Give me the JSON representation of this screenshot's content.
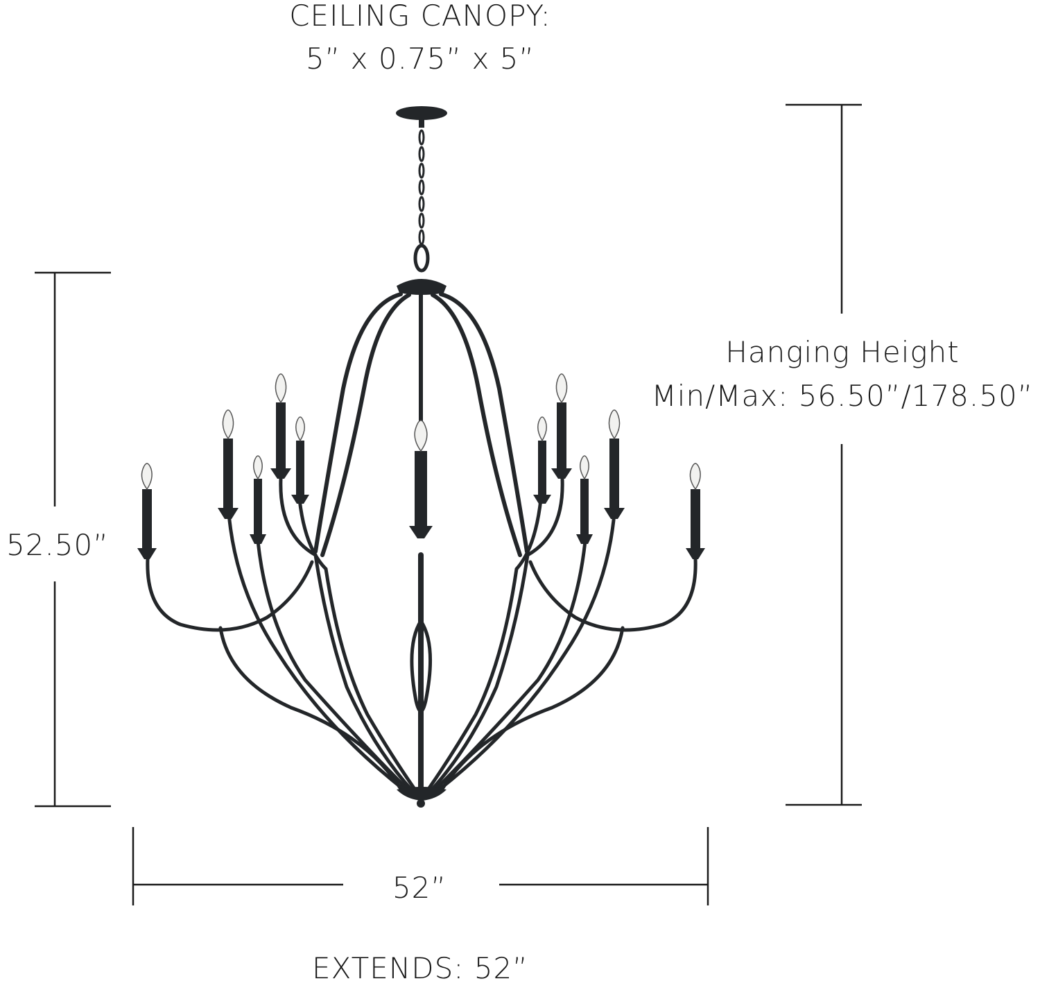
{
  "diagram": {
    "canopy": {
      "title": "CEILING CANOPY:",
      "dimensions": "5” x 0.75” x 5”"
    },
    "hanging_height": {
      "title": "Hanging Height",
      "value": "Min/Max: 56.50”/178.50”"
    },
    "fixture_height": "52.50”",
    "fixture_width": "52”",
    "extends": "EXTENDS: 52”",
    "colors": {
      "line": "#1a1a1a",
      "fixture": "#232629",
      "bulb": "#f2f2f0"
    },
    "icons": [
      "chandelier-icon"
    ]
  }
}
